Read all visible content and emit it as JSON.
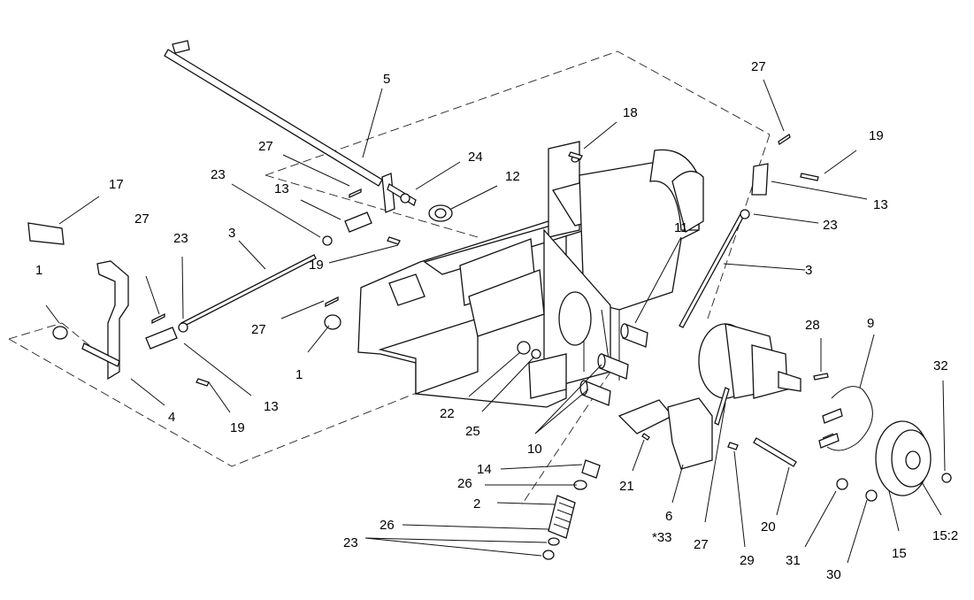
{
  "callouts": [
    {
      "text": "1"
    },
    {
      "text": "1"
    },
    {
      "text": "2"
    },
    {
      "text": "3"
    },
    {
      "text": "3"
    },
    {
      "text": "4"
    },
    {
      "text": "5"
    },
    {
      "text": "6"
    },
    {
      "text": "*33"
    },
    {
      "text": "9"
    },
    {
      "text": "10"
    },
    {
      "text": "11"
    },
    {
      "text": "12"
    },
    {
      "text": "13"
    },
    {
      "text": "13"
    },
    {
      "text": "13"
    },
    {
      "text": "14"
    },
    {
      "text": "15"
    },
    {
      "text": "15:2"
    },
    {
      "text": "17"
    },
    {
      "text": "18"
    },
    {
      "text": "19"
    },
    {
      "text": "19"
    },
    {
      "text": "19"
    },
    {
      "text": "20"
    },
    {
      "text": "21"
    },
    {
      "text": "22"
    },
    {
      "text": "23"
    },
    {
      "text": "23"
    },
    {
      "text": "23"
    },
    {
      "text": "23"
    },
    {
      "text": "24"
    },
    {
      "text": "25"
    },
    {
      "text": "26"
    },
    {
      "text": "26"
    },
    {
      "text": "27"
    },
    {
      "text": "27"
    },
    {
      "text": "27"
    },
    {
      "text": "27"
    },
    {
      "text": "27"
    },
    {
      "text": "28"
    },
    {
      "text": "29"
    },
    {
      "text": "30"
    },
    {
      "text": "31"
    },
    {
      "text": "32"
    }
  ],
  "colors": {
    "line": "#111111",
    "background": "#ffffff"
  }
}
